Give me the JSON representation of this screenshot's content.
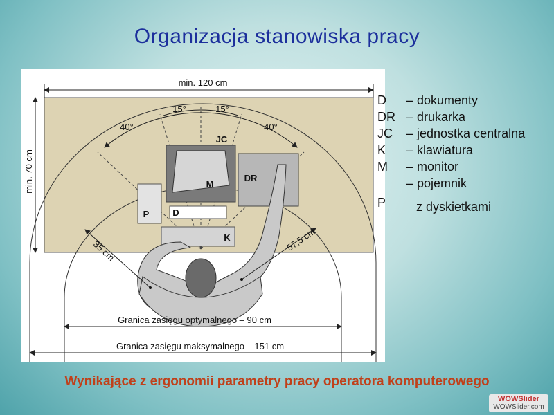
{
  "title": "Organizacja stanowiska pracy",
  "caption": "Wynikające z ergonomii parametry pracy operatora komputerowego",
  "watermark": {
    "logo": "WOWSlider",
    "url": "WOWSlider.com"
  },
  "diagram": {
    "width_label": "min. 120 cm",
    "depth_label": "min. 70 cm",
    "angle_left_inner": "15°",
    "angle_right_inner": "15°",
    "angle_left_outer": "40°",
    "angle_right_outer": "40°",
    "label_jc": "JC",
    "label_m": "M",
    "label_dr": "DR",
    "label_p": "P",
    "label_d": "D",
    "label_k": "K",
    "reach_left": "35 cm",
    "reach_right": "57,5 cm",
    "optimal_label": "Granica zasięgu optymalnego – 90 cm",
    "maximal_label": "Granica zasięgu maksymalnego – 151 cm"
  },
  "legend": [
    {
      "code": "D",
      "desc": "– dokumenty"
    },
    {
      "code": "DR",
      "desc": "– drukarka"
    },
    {
      "code": "JC",
      "desc": "– jednostka centralna"
    },
    {
      "code": "K",
      "desc": "– klawiatura"
    },
    {
      "code": "M",
      "desc": "– monitor"
    },
    {
      "code": "",
      "desc": "– pojemnik"
    },
    {
      "code": "P",
      "desc": "z dyskietkami"
    }
  ],
  "colors": {
    "title": "#1c2f9c",
    "caption": "#c0401a",
    "desk": "#ddd3b3",
    "device": "#b7b7b7",
    "device_dark": "#7a7a7a",
    "body": "#c9c9c9"
  }
}
